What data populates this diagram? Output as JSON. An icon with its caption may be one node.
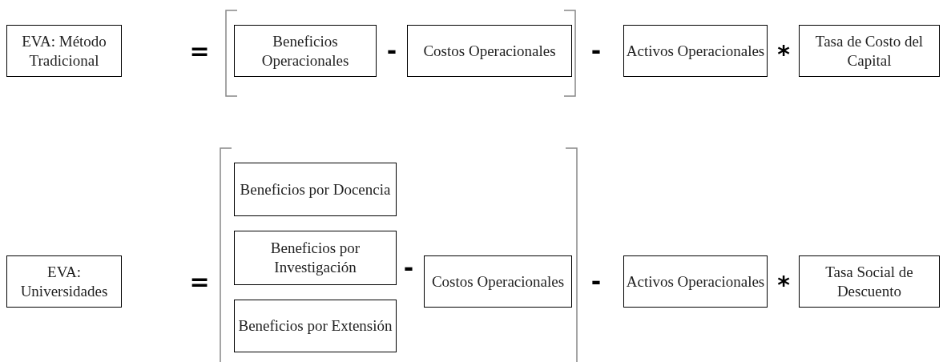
{
  "diagram": {
    "nodes": [
      {
        "text": [
          "EVA: Método Tradicional"
        ]
      },
      {
        "text": [
          "Beneficios Operacionales"
        ]
      },
      {
        "text": [
          "Costos Operacionales"
        ]
      },
      {
        "text": [
          "Activos Operacionales"
        ]
      },
      {
        "text": [
          "Tasa de Costo del Capital"
        ]
      },
      {
        "text": [
          "EVA: Universidades"
        ]
      },
      {
        "text": [
          "Beneficios por Docencia"
        ]
      },
      {
        "text": [
          "Beneficios por Investigación"
        ]
      },
      {
        "text": [
          "Beneficios por Extensión"
        ]
      },
      {
        "text": [
          "Costos Operacionales"
        ]
      },
      {
        "text": [
          "Activos Operacionales"
        ]
      },
      {
        "text": [
          "Tasa Social de Descuento"
        ]
      }
    ],
    "labels": [
      "=",
      "-",
      "-",
      "*",
      "=",
      "-",
      "-",
      "*"
    ]
  }
}
